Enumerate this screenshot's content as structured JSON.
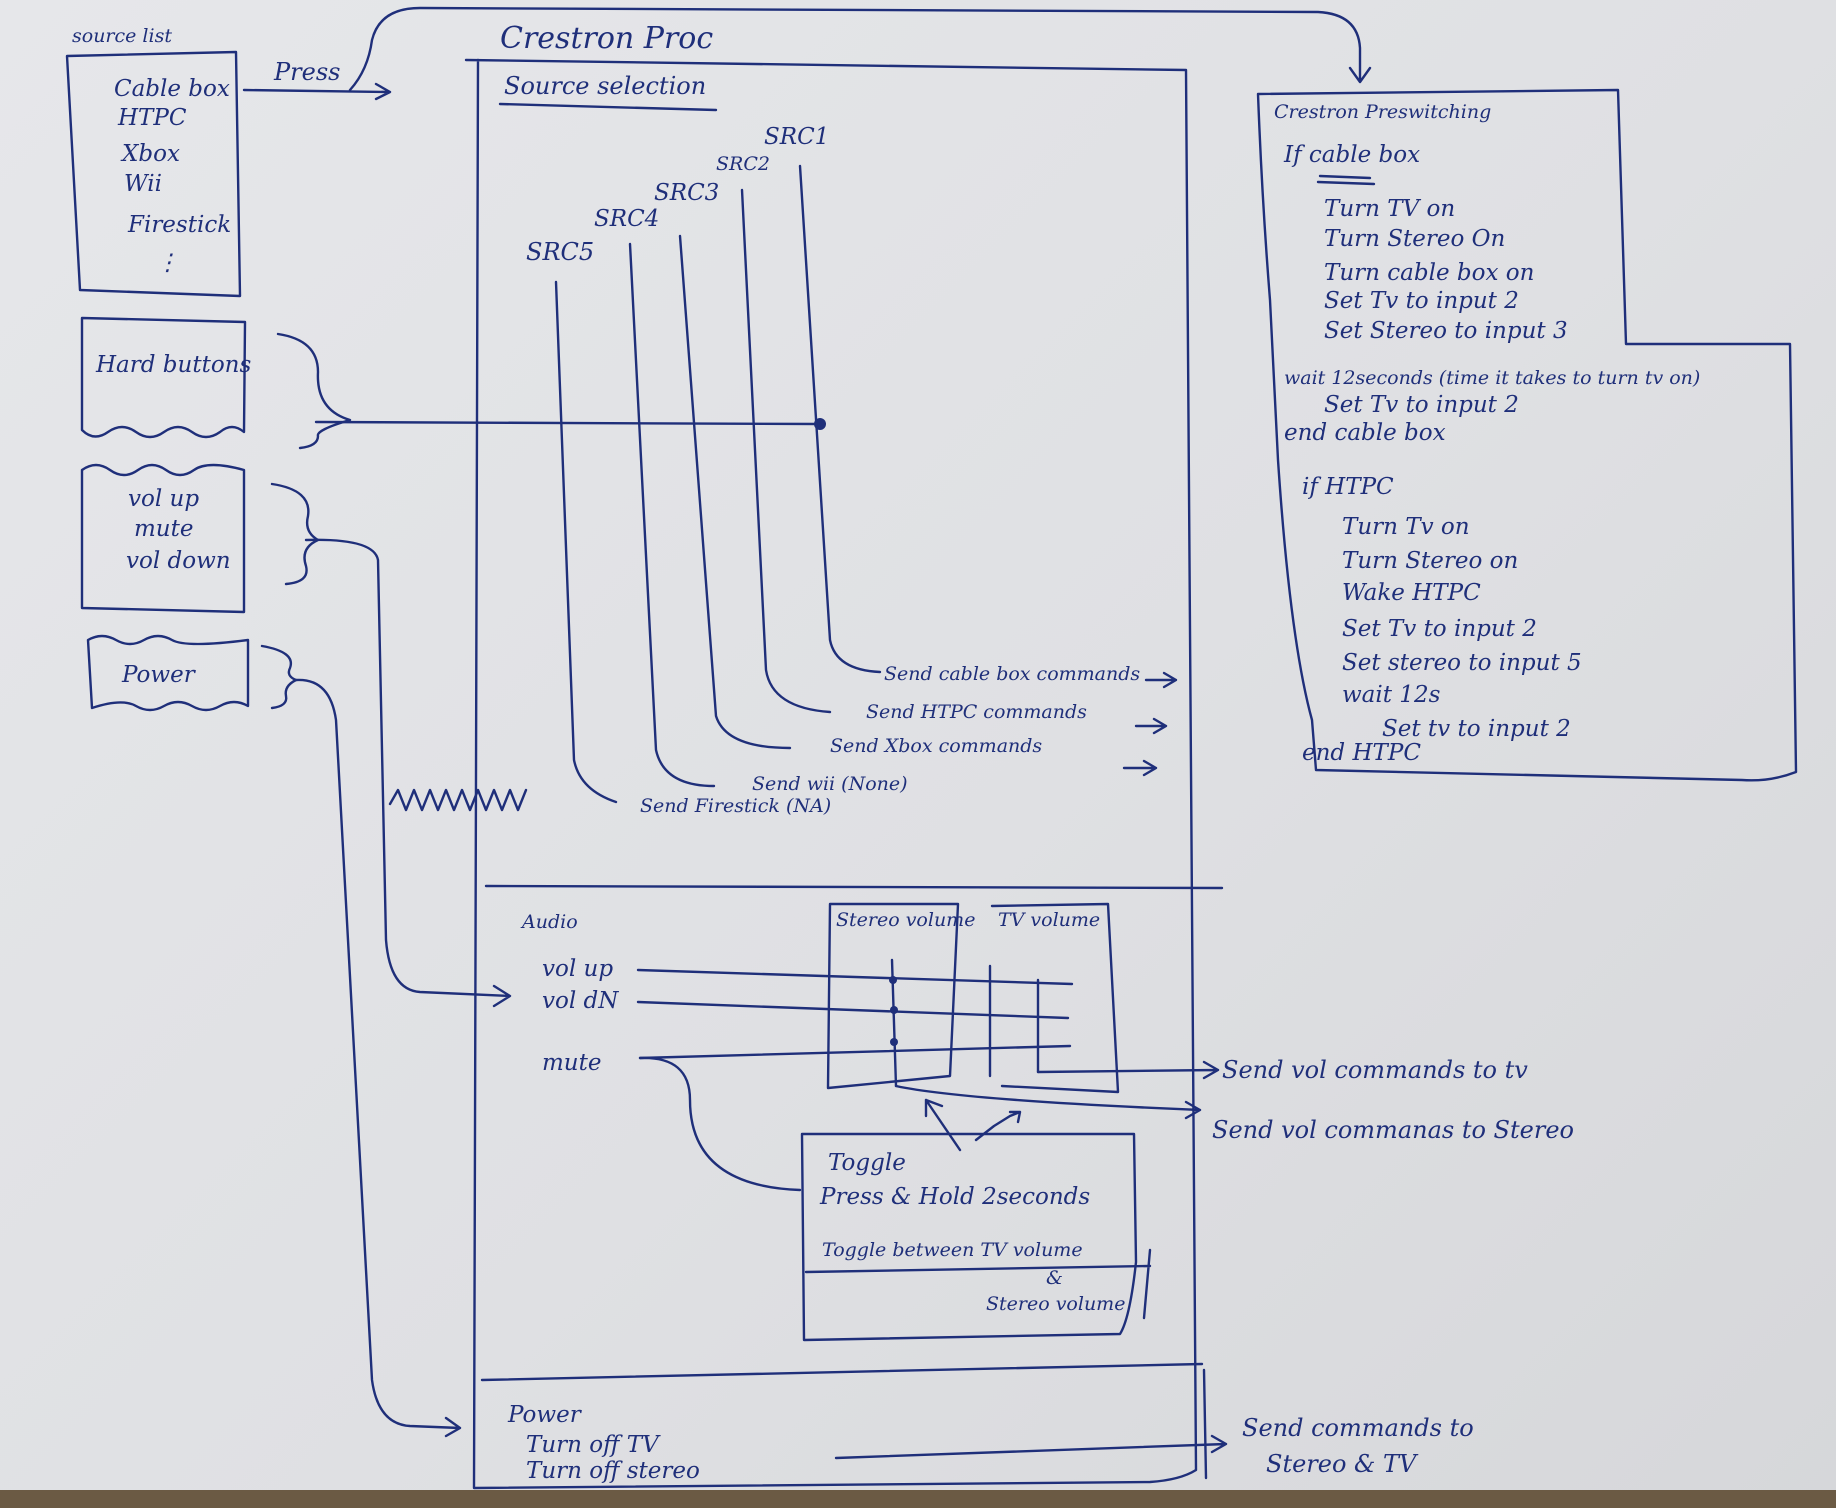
{
  "source_list": {
    "title": "source list",
    "items": [
      "Cable box",
      "HTPC",
      "Xbox",
      "Wii",
      "Firestick",
      "⋮"
    ]
  },
  "press_label": "Press",
  "button_groups": {
    "hard_buttons": "Hard buttons",
    "volume": [
      "vol up",
      "mute",
      "vol down"
    ],
    "power": "Power"
  },
  "crestron_proc": {
    "title": "Crestron Proc",
    "source_selection": {
      "heading": "Source selection",
      "sources": [
        "SRC1",
        "SRC2",
        "SRC3",
        "SRC4",
        "SRC5"
      ],
      "commands": [
        "Send cable box commands",
        "Send HTPC commands",
        "Send Xbox commands",
        "Send wii (None)",
        "Send Firestick (NA)"
      ]
    },
    "audio": {
      "heading": "Audio",
      "inputs": [
        "vol up",
        "vol dN",
        "mute"
      ],
      "stereo_volume": "Stereo volume",
      "tv_volume": "TV volume",
      "toggle": {
        "title": "Toggle",
        "condition": "Press & Hold 2seconds",
        "description_line1": "Toggle between TV volume",
        "description_amp": "&",
        "description_line2": "Stereo volume"
      },
      "outputs": [
        "Send vol commands to tv",
        "Send vol commanas to Stereo"
      ]
    },
    "power": {
      "heading": "Power",
      "actions": [
        "Turn off TV",
        "Turn off stereo"
      ],
      "output": [
        "Send commands to",
        "Stereo & TV"
      ]
    }
  },
  "presswitching": {
    "title": "Crestron Preswitching",
    "lines": [
      {
        "indent": 0,
        "text": "If cable box"
      },
      {
        "indent": 1,
        "text": "Turn TV on"
      },
      {
        "indent": 1,
        "text": "Turn Stereo On"
      },
      {
        "indent": 1,
        "text": "Turn cable box on"
      },
      {
        "indent": 1,
        "text": "Set Tv to input 2"
      },
      {
        "indent": 1,
        "text": "Set Stereo to input 3"
      },
      {
        "indent": 0,
        "text": "wait 12seconds (time it takes to turn tv on)"
      },
      {
        "indent": 1,
        "text": "Set Tv to input 2"
      },
      {
        "indent": 0,
        "text": "end cable box"
      },
      {
        "indent": 0,
        "text": "if HTPC"
      },
      {
        "indent": 1,
        "text": "Turn Tv on"
      },
      {
        "indent": 1,
        "text": "Turn Stereo on"
      },
      {
        "indent": 1,
        "text": "Wake HTPC"
      },
      {
        "indent": 1,
        "text": "Set Tv to input 2"
      },
      {
        "indent": 1,
        "text": "Set stereo to input 5"
      },
      {
        "indent": 1,
        "text": "wait 12s"
      },
      {
        "indent": 2,
        "text": "Set tv to input 2"
      },
      {
        "indent": 0,
        "text": "end HTPC"
      }
    ]
  }
}
